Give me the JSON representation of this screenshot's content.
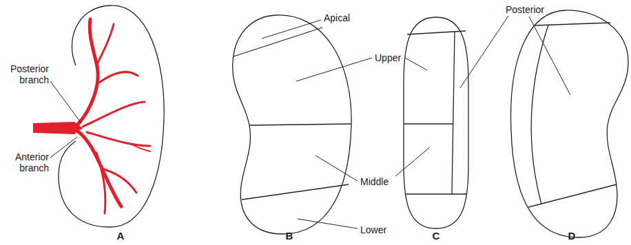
{
  "diagram": {
    "labels": [
      "Posterior branch",
      "Anterior branch",
      "Apical",
      "Upper",
      "Middle",
      "Posterior",
      "Lower",
      "A",
      "B",
      "C",
      "D"
    ]
  }
}
